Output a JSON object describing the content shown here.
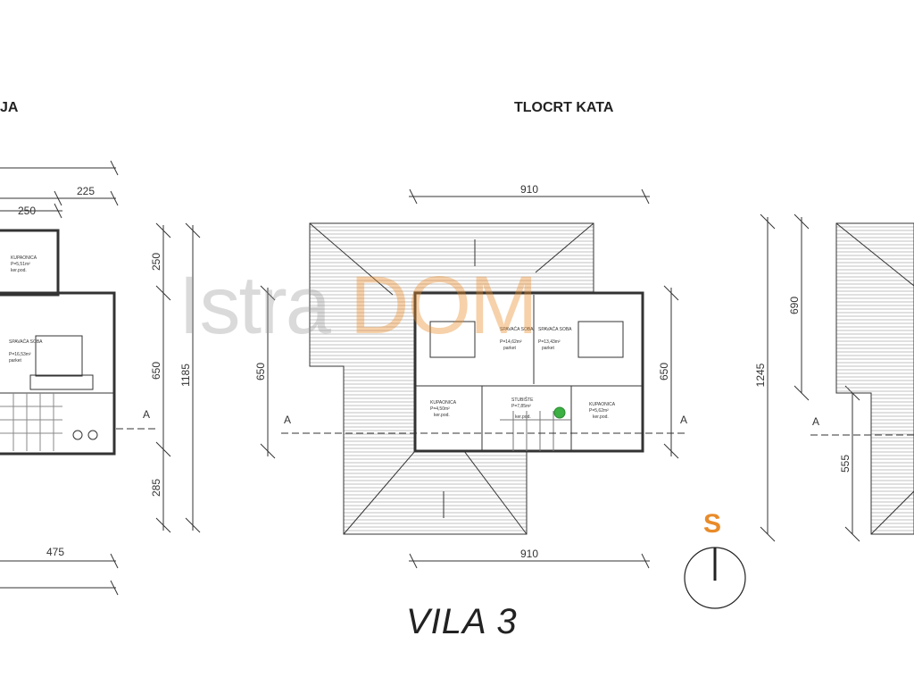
{
  "left_plan": {
    "title": "JA",
    "dimensions": {
      "top_225": "225",
      "top_250": "250",
      "bottom": "475",
      "v_250": "250",
      "v_650": "650",
      "v_285": "285",
      "v_total": "1185"
    },
    "section_marker": "A",
    "rooms": [
      {
        "name": "KUPAONICA",
        "area": "P=5,51m²",
        "floor": "ker.pod."
      },
      {
        "name": "SPAVAĆA SOBA",
        "area": "P=16,53m²",
        "floor": "parket"
      }
    ]
  },
  "middle_plan": {
    "title": "TLOCRT KATA",
    "dimensions": {
      "top": "910",
      "bottom": "910",
      "left": "650",
      "right": "650"
    },
    "section_marker": "A",
    "rooms": [
      {
        "name": "SPAVAĆA SOBA",
        "area": "P=14,62m²",
        "floor": "parket"
      },
      {
        "name": "SPAVAĆA SOBA",
        "area": "P=13,43m²",
        "floor": "parket"
      },
      {
        "name": "KUPAONICA",
        "area": "P=4,50m²",
        "floor": "ker.pod."
      },
      {
        "name": "STUBIŠTE",
        "area": "P=7,85m²",
        "floor": "ker.pod."
      },
      {
        "name": "KUPAONICA",
        "area": "P=5,62m²",
        "floor": "ker.pod."
      }
    ]
  },
  "right_plan": {
    "dimensions": {
      "total": "1245",
      "upper": "690",
      "lower": "555"
    },
    "section_marker": "A"
  },
  "compass": {
    "label": "S"
  },
  "caption": "VILA 3",
  "watermark": {
    "part1": "Istra",
    "part2": "DOM"
  },
  "colors": {
    "line": "#333333",
    "accent": "#e98b2a"
  }
}
